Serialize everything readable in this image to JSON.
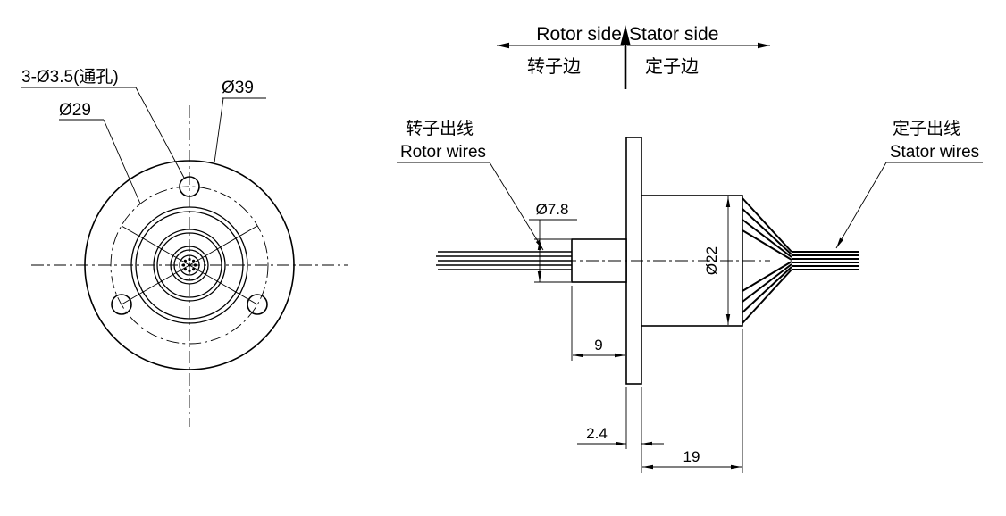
{
  "front_view": {
    "label_holes": "3-Ø3.5(通孔)",
    "dim_bolt_circle": "Ø29",
    "dim_flange": "Ø39"
  },
  "side_view": {
    "rotor_side_en": "Rotor side",
    "stator_side_en": "Stator side",
    "rotor_side_cn": "转子边",
    "stator_side_cn": "定子边",
    "rotor_wires_cn": "转子出线",
    "rotor_wires_en": "Rotor wires",
    "stator_wires_cn": "定子出线",
    "stator_wires_en": "Stator wires",
    "dim_shaft_diameter": "Ø7.8",
    "dim_body_diameter": "Ø22",
    "dim_shaft_length": "9",
    "dim_flange_thickness": "2.4",
    "dim_body_length": "19"
  },
  "colors": {
    "line": "#000000",
    "background": "#ffffff"
  }
}
